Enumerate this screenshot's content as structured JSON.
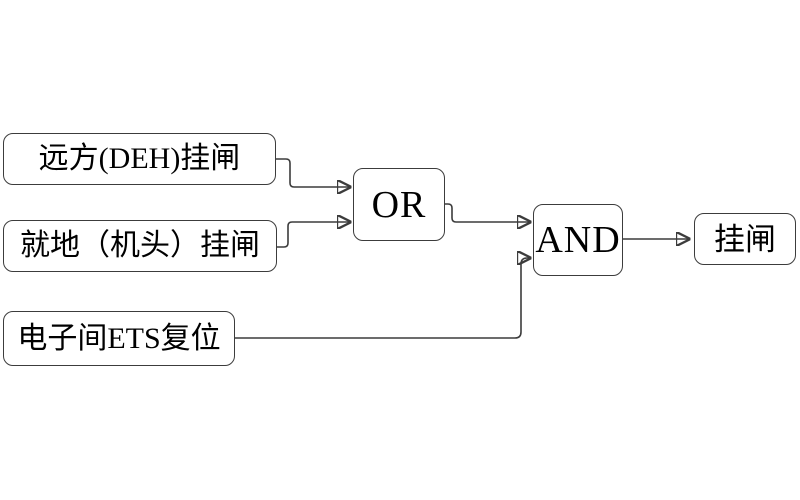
{
  "diagram": {
    "colors": {
      "background": "#ffffff",
      "line": "#3c3c3c",
      "text": "#000000"
    },
    "nodes": {
      "remote": {
        "label": "远方(DEH)挂闸",
        "type": "input"
      },
      "local": {
        "label": "就地（机头）挂闸",
        "type": "input"
      },
      "ets": {
        "label": "电子间ETS复位",
        "type": "input"
      },
      "or": {
        "label": "OR",
        "type": "gate"
      },
      "and": {
        "label": "AND",
        "type": "gate"
      },
      "output": {
        "label": "挂闸",
        "type": "output"
      }
    },
    "connectors": [
      {
        "from": "remote",
        "to": "or"
      },
      {
        "from": "local",
        "to": "or"
      },
      {
        "from": "or",
        "to": "and"
      },
      {
        "from": "ets",
        "to": "and"
      },
      {
        "from": "and",
        "to": "output"
      }
    ]
  }
}
